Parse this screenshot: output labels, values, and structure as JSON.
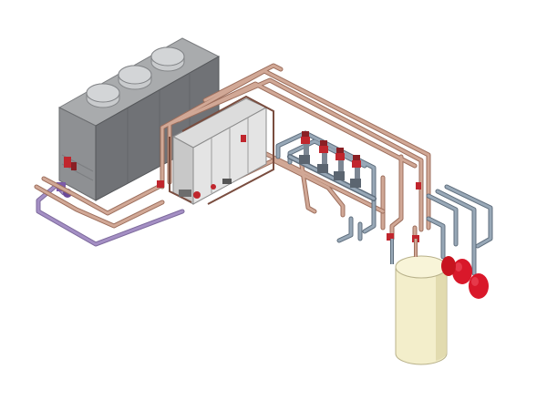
{
  "colors": {
    "background": "#ffffff",
    "chiller_top": "#a9abad",
    "chiller_front": "#8e9093",
    "chiller_side": "#6f7174",
    "fan_cap": "#c9cbcd",
    "copper_pipe": "#c79a86",
    "copper_pipe_shadow": "#9c6e5c",
    "gray_pipe": "#8f9fae",
    "purple_pipe": "#a48fc4",
    "valve_red": "#c0262d",
    "pump_gray": "#7d8793",
    "tank_body": "#f3eecb",
    "tank_shadow": "#d9d3a6",
    "expansion_tank": "#d9182a"
  },
  "components": [
    {
      "name": "chiller-unit",
      "kind": "air-cooled chiller with three fans"
    },
    {
      "name": "heat-exchanger",
      "kind": "plate heat exchanger frame"
    },
    {
      "name": "pump-manifold",
      "kind": "four pump sets with red valves"
    },
    {
      "name": "storage-tank",
      "kind": "vertical cylindrical buffer tank"
    },
    {
      "name": "expansion-vessels",
      "kind": "two red expansion tanks"
    },
    {
      "name": "piping-network",
      "kind": "copper, gray and purple pipe runs"
    }
  ]
}
